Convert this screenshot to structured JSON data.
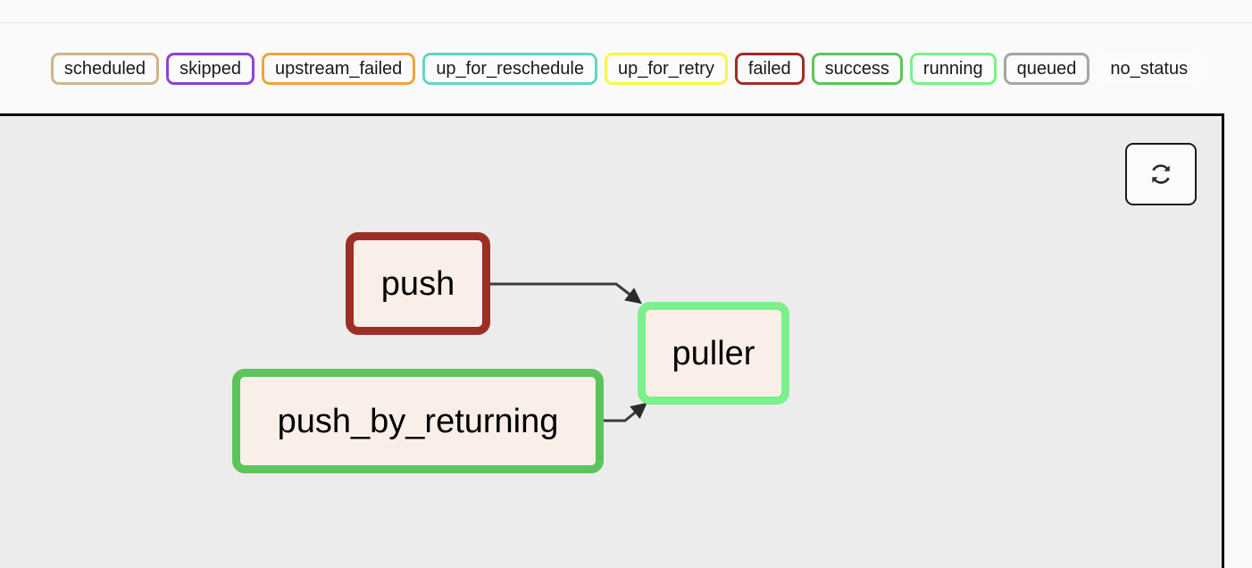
{
  "legend": {
    "name": "task-status-legend",
    "badges": [
      {
        "label": "scheduled",
        "color": "#d2b48c"
      },
      {
        "label": "skipped",
        "color": "#8d43d0"
      },
      {
        "label": "upstream_failed",
        "color": "#f0a33c"
      },
      {
        "label": "up_for_reschedule",
        "color": "#62d4c6"
      },
      {
        "label": "up_for_retry",
        "color": "#fbf545"
      },
      {
        "label": "failed",
        "color": "#9d2e26"
      },
      {
        "label": "success",
        "color": "#5cc45c"
      },
      {
        "label": "running",
        "color": "#7bf08b"
      },
      {
        "label": "queued",
        "color": "#a5a5a5"
      },
      {
        "label": "no_status",
        "color": "#fbfbfb"
      }
    ]
  },
  "graph": {
    "refresh_button_label": "",
    "refresh_icon": "refresh-icon",
    "background": "#ececec",
    "node_fill": "#faeee9",
    "nodes": [
      {
        "id": "push",
        "label": "push",
        "status": "failed",
        "border_color": "#9d2e26"
      },
      {
        "id": "push_by_returning",
        "label": "push_by_returning",
        "status": "success",
        "border_color": "#5cc45c"
      },
      {
        "id": "puller",
        "label": "puller",
        "status": "running",
        "border_color": "#7bf08b"
      }
    ],
    "edges": [
      {
        "from": "push",
        "to": "puller"
      },
      {
        "from": "push_by_returning",
        "to": "puller"
      }
    ],
    "edge_color": "#3c3c3c"
  }
}
